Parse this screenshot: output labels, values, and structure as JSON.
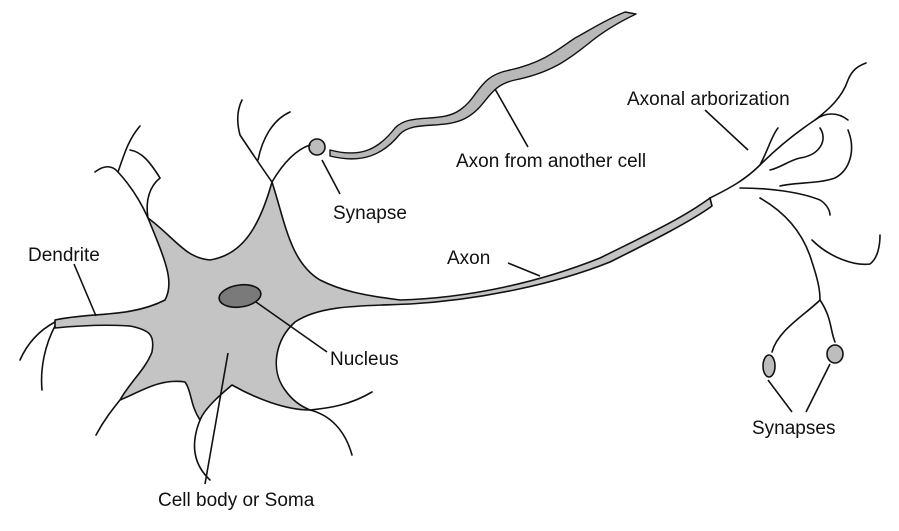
{
  "labels": {
    "dendrite": "Dendrite",
    "nucleus": "Nucleus",
    "cell_body": "Cell body or Soma",
    "synapse": "Synapse",
    "axon": "Axon",
    "axon_other": "Axon from another cell",
    "arborization": "Axonal arborization",
    "synapses": "Synapses"
  },
  "colors": {
    "soma": "#c4c4c4",
    "nucleus": "#7a7a7a",
    "axon": "#b8b8b8",
    "outline": "#111111"
  }
}
